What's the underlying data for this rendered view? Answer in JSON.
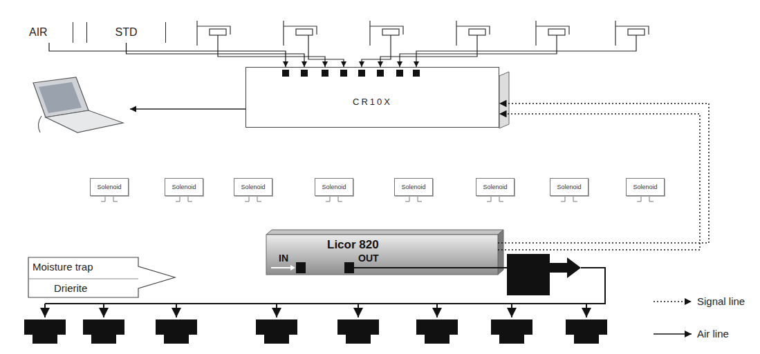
{
  "diagram": {
    "nodes": [
      {
        "text": [
          "AIR"
        ]
      },
      {
        "text": [
          "STD"
        ]
      },
      {
        "text": [
          "CR10X"
        ]
      },
      {
        "text": [
          "Solenoid"
        ]
      },
      {
        "text": [
          "Solenoid"
        ]
      },
      {
        "text": [
          "Solenoid"
        ]
      },
      {
        "text": [
          "Solenoid"
        ]
      },
      {
        "text": [
          "Solenoid"
        ]
      },
      {
        "text": [
          "Solenoid"
        ]
      },
      {
        "text": [
          "Solenoid"
        ]
      },
      {
        "text": [
          "Solenoid"
        ]
      },
      {
        "text": [
          "Licor 820",
          "IN",
          "OUT"
        ]
      },
      {
        "text": [
          "Moisture trap",
          "Drierite"
        ]
      }
    ],
    "edges": [
      {
        "from": 0,
        "to": 2,
        "arrow": "to"
      },
      {
        "from": 1,
        "to": 2,
        "arrow": "to"
      },
      {
        "from": 11,
        "to": 2,
        "arrow": "to"
      },
      {
        "from": 11,
        "to": 2,
        "arrow": "to"
      }
    ],
    "legend": [
      {
        "text": "Signal line"
      },
      {
        "text": "Air line"
      }
    ]
  }
}
